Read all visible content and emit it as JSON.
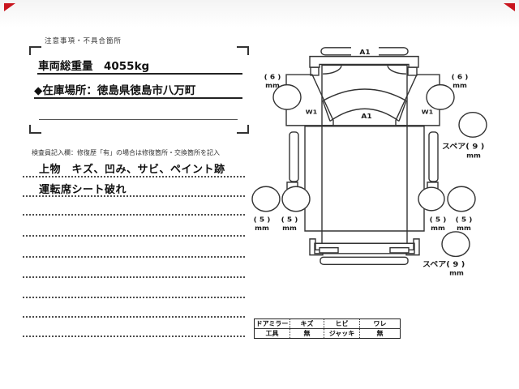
{
  "colors": {
    "marker_red": "#c9151e",
    "ink": "#222222"
  },
  "header": {
    "notice_title": "注意事項・不具合箇所"
  },
  "info_box": {
    "gross_weight": "車両総重量　4055kg",
    "storage_location": "◆在庫場所：徳島県徳島市八万町"
  },
  "inspector": {
    "instruction": "検査員記入欄：修復歴「有」の場合は修復箇所・交換箇所を記入",
    "entries": [
      "上物　キズ、凹み、サビ、ペイント跡",
      "運転席シート破れ"
    ]
  },
  "truck_diagram": {
    "front_bumper_label": "A1",
    "windshield_label": "A1",
    "fender_left_label": "W1",
    "fender_right_label": "W1",
    "tread_depths": {
      "front_left": "( 6 )",
      "front_right": "( 6 )",
      "rear_left_outer": "( 5 )",
      "rear_left_inner": "( 5 )",
      "rear_right_inner": "( 5 )",
      "rear_right_outer": "( 5 )",
      "spare_upper": "スペア( 9 )",
      "spare_lower": "スペア( 9 )",
      "unit": "mm"
    }
  },
  "bottom_table": {
    "rows": [
      [
        "ドアミラー",
        "キズ",
        "ヒビ",
        "ワレ"
      ],
      [
        "工具",
        "無",
        "ジャッキ",
        "無"
      ]
    ]
  }
}
